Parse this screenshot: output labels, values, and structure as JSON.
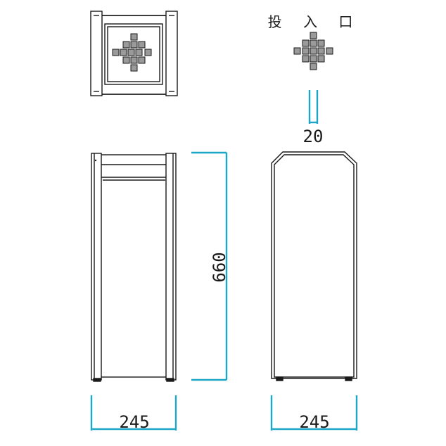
{
  "diagram": {
    "opening_label": "投 入 口",
    "opening_width": "20",
    "height_dim": "660",
    "front_width_dim": "245",
    "side_width_dim": "245",
    "colors": {
      "line": "#1a1a1a",
      "dimension": "#1ea6c7",
      "panel": "#9a9a9a",
      "fill": "#ffffff"
    }
  }
}
